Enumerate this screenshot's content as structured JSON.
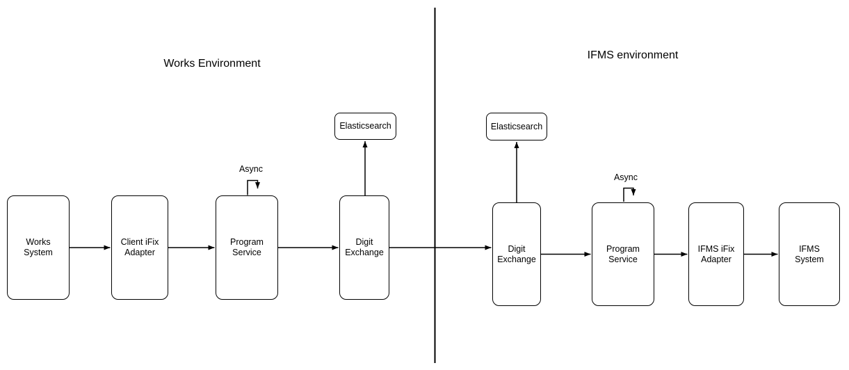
{
  "titles": {
    "works": "Works Environment",
    "ifms": "IFMS environment"
  },
  "works_env": {
    "nodes": {
      "works_system": "Works\nSystem",
      "client_ifix_adapter": "Client iFix\nAdapter",
      "program_service": "Program\nService",
      "digit_exchange": "Digit\nExchange",
      "elasticsearch": "Elasticsearch"
    },
    "async_label": "Async"
  },
  "ifms_env": {
    "nodes": {
      "digit_exchange": "Digit\nExchange",
      "program_service": "Program\nService",
      "ifms_ifix_adapter": "IFMS iFix\nAdapter",
      "ifms_system": "IFMS\nSystem",
      "elasticsearch": "Elasticsearch"
    },
    "async_label": "Async"
  },
  "colors": {
    "stroke": "#000000",
    "background": "#ffffff"
  }
}
